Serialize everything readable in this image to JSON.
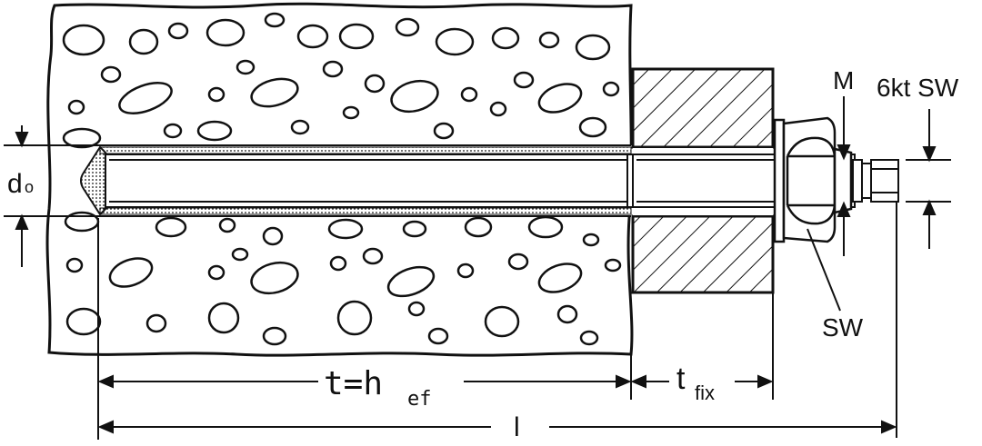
{
  "diagram": {
    "labels": {
      "do_main": "d",
      "do_sub": "o",
      "m": "M",
      "hex_sw": "6kt SW",
      "sw": "SW",
      "t_hef": "t=h",
      "t_hef_sub": "ef",
      "tfix_main": "t",
      "tfix_sub": "fix",
      "l": "l"
    },
    "colors": {
      "line": "#111111",
      "background": "#ffffff",
      "concrete_fill": "#ffffff"
    }
  }
}
